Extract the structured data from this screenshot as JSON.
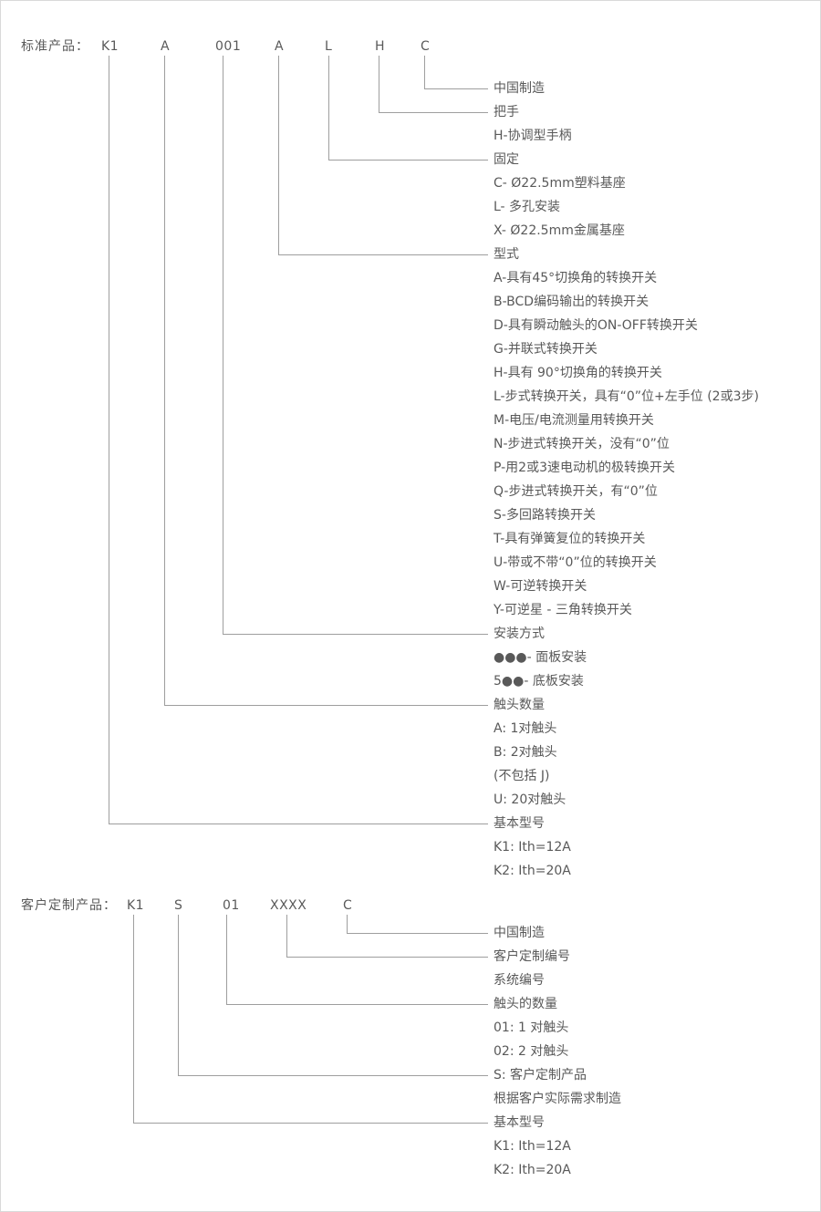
{
  "theme": {
    "background": "#ffffff",
    "border_color": "#d9d9d9",
    "text_color": "#595959",
    "line_color": "#9e9e9e"
  },
  "sections": [
    {
      "title": "标准产品：",
      "code_segments": [
        "K1",
        "A",
        "001",
        "A",
        "L",
        "H",
        "C"
      ],
      "rows": [
        {
          "text": "中国制造",
          "from_segment": 6
        },
        {
          "text": "把手",
          "from_segment": 5
        },
        {
          "text": "H-协调型手柄"
        },
        {
          "text": "固定",
          "from_segment": 4
        },
        {
          "text": "C- Ø22.5mm塑料基座"
        },
        {
          "text": "L- 多孔安装"
        },
        {
          "text": "X- Ø22.5mm金属基座"
        },
        {
          "text": "型式",
          "from_segment": 3
        },
        {
          "text": "A-具有45°切换角的转换开关"
        },
        {
          "text": "B-BCD编码输出的转换开关"
        },
        {
          "text": "D-具有瞬动触头的ON-OFF转换开关"
        },
        {
          "text": "G-并联式转换开关"
        },
        {
          "text": "H-具有 90°切换角的转换开关"
        },
        {
          "text": "L-步式转换开关，具有“0”位+左手位 (2或3步)"
        },
        {
          "text": "M-电压/电流测量用转换开关"
        },
        {
          "text": "N-步进式转换开关，没有“0”位"
        },
        {
          "text": "P-用2或3速电动机的极转换开关"
        },
        {
          "text": "Q-步进式转换开关，有“0”位"
        },
        {
          "text": "S-多回路转换开关"
        },
        {
          "text": "T-具有弹簧复位的转换开关"
        },
        {
          "text": "U-带或不带“0”位的转换开关"
        },
        {
          "text": "W-可逆转换开关"
        },
        {
          "text": "Y-可逆星 - 三角转换开关"
        },
        {
          "text": "安装方式",
          "from_segment": 2
        },
        {
          "text": "●●●- 面板安装"
        },
        {
          "text": "5●●- 底板安装"
        },
        {
          "text": "触头数量",
          "from_segment": 1
        },
        {
          "text": "A: 1对触头"
        },
        {
          "text": "B: 2对触头"
        },
        {
          "text": "(不包括 J)"
        },
        {
          "text": "U: 20对触头"
        },
        {
          "text": "基本型号",
          "from_segment": 0
        },
        {
          "text": "K1: Ith=12A"
        },
        {
          "text": "K2: Ith=20A"
        }
      ]
    },
    {
      "title": "客户定制产品：",
      "code_segments": [
        "K1",
        "S",
        "01",
        "XXXX",
        "C"
      ],
      "rows": [
        {
          "text": "中国制造",
          "from_segment": 4
        },
        {
          "text": "客户定制编号",
          "from_segment": 3
        },
        {
          "text": "系统编号"
        },
        {
          "text": "触头的数量",
          "from_segment": 2
        },
        {
          "text": "01: 1 对触头"
        },
        {
          "text": "02: 2 对触头"
        },
        {
          "text": "S: 客户定制产品",
          "from_segment": 1
        },
        {
          "text": "根据客户实际需求制造"
        },
        {
          "text": "基本型号",
          "from_segment": 0
        },
        {
          "text": "K1: Ith=12A"
        },
        {
          "text": "K2: Ith=20A"
        }
      ]
    }
  ]
}
